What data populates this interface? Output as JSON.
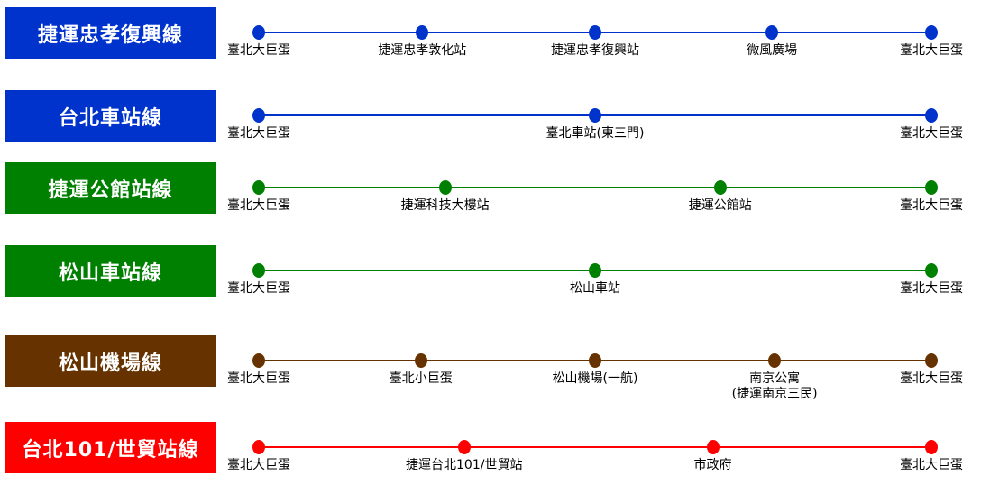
{
  "routes": [
    {
      "name": "捷運忠孝復興線",
      "color": "#0033cc",
      "stops": [
        {
          "name": "臺北大巨蛋",
          "pos": 0
        },
        {
          "name": "捷運忠孝敦化站",
          "pos": 0.243
        },
        {
          "name": "捷運忠孝復興站",
          "pos": 0.5
        },
        {
          "name": "微風廣場",
          "pos": 0.763
        },
        {
          "name": "臺北大巨蛋",
          "pos": 1
        }
      ]
    },
    {
      "name": "台北車站線",
      "color": "#0033cc",
      "stops": [
        {
          "name": "臺北大巨蛋",
          "pos": 0
        },
        {
          "name": "臺北車站(東三門)",
          "pos": 0.5
        },
        {
          "name": "臺北大巨蛋",
          "pos": 1
        }
      ]
    },
    {
      "name": "捷運公館站線",
      "color": "#008000",
      "stops": [
        {
          "name": "臺北大巨蛋",
          "pos": 0
        },
        {
          "name": "捷運科技大樓站",
          "pos": 0.277
        },
        {
          "name": "捷運公館站",
          "pos": 0.686
        },
        {
          "name": "臺北大巨蛋",
          "pos": 1
        }
      ]
    },
    {
      "name": "松山車站線",
      "color": "#008000",
      "stops": [
        {
          "name": "臺北大巨蛋",
          "pos": 0
        },
        {
          "name": "松山車站",
          "pos": 0.5
        },
        {
          "name": "臺北大巨蛋",
          "pos": 1
        }
      ]
    },
    {
      "name": "松山機場線",
      "color": "#663300",
      "stops": [
        {
          "name": "臺北大巨蛋",
          "pos": 0
        },
        {
          "name": "臺北小巨蛋",
          "pos": 0.241
        },
        {
          "name": "松山機場(一航)",
          "pos": 0.5
        },
        {
          "name": "南京公寓\n(捷運南京三民)",
          "pos": 0.767
        },
        {
          "name": "臺北大巨蛋",
          "pos": 1
        }
      ]
    },
    {
      "name": "台北101/世貿站線",
      "color": "#ff0000",
      "stops": [
        {
          "name": "臺北大巨蛋",
          "pos": 0
        },
        {
          "name": "捷運台北101/世貿站",
          "pos": 0.305
        },
        {
          "name": "市政府",
          "pos": 0.675
        },
        {
          "name": "臺北大巨蛋",
          "pos": 1
        }
      ]
    }
  ]
}
